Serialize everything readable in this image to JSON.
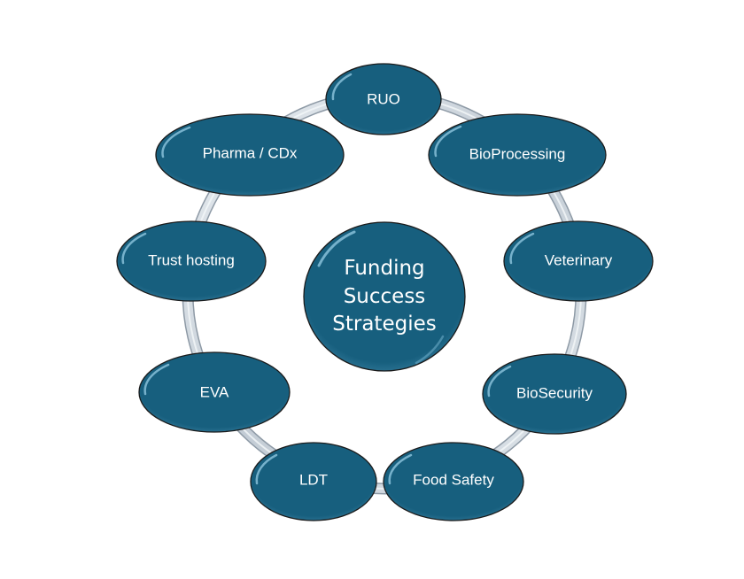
{
  "diagram": {
    "type": "cycle",
    "center": {
      "lines": [
        "Funding",
        "Success",
        "Strategies"
      ]
    },
    "nodes": [
      {
        "id": "ruo",
        "label": "RUO"
      },
      {
        "id": "bioprocessing",
        "label": "BioProcessing"
      },
      {
        "id": "veterinary",
        "label": "Veterinary"
      },
      {
        "id": "biosecurity",
        "label": "BioSecurity"
      },
      {
        "id": "food-safety",
        "label": "Food Safety"
      },
      {
        "id": "ldt",
        "label": "LDT"
      },
      {
        "id": "eva",
        "label": "EVA"
      },
      {
        "id": "trust-hosting",
        "label": "Trust hosting"
      },
      {
        "id": "pharma-cdx",
        "label": "Pharma / CDx"
      }
    ],
    "colors": {
      "node_fill": "#175f7e",
      "node_stroke": "#1b1b1b",
      "ring": "#c9d3dc",
      "ring_edge": "#8c99a6",
      "highlight": "#7fbcd6"
    }
  }
}
